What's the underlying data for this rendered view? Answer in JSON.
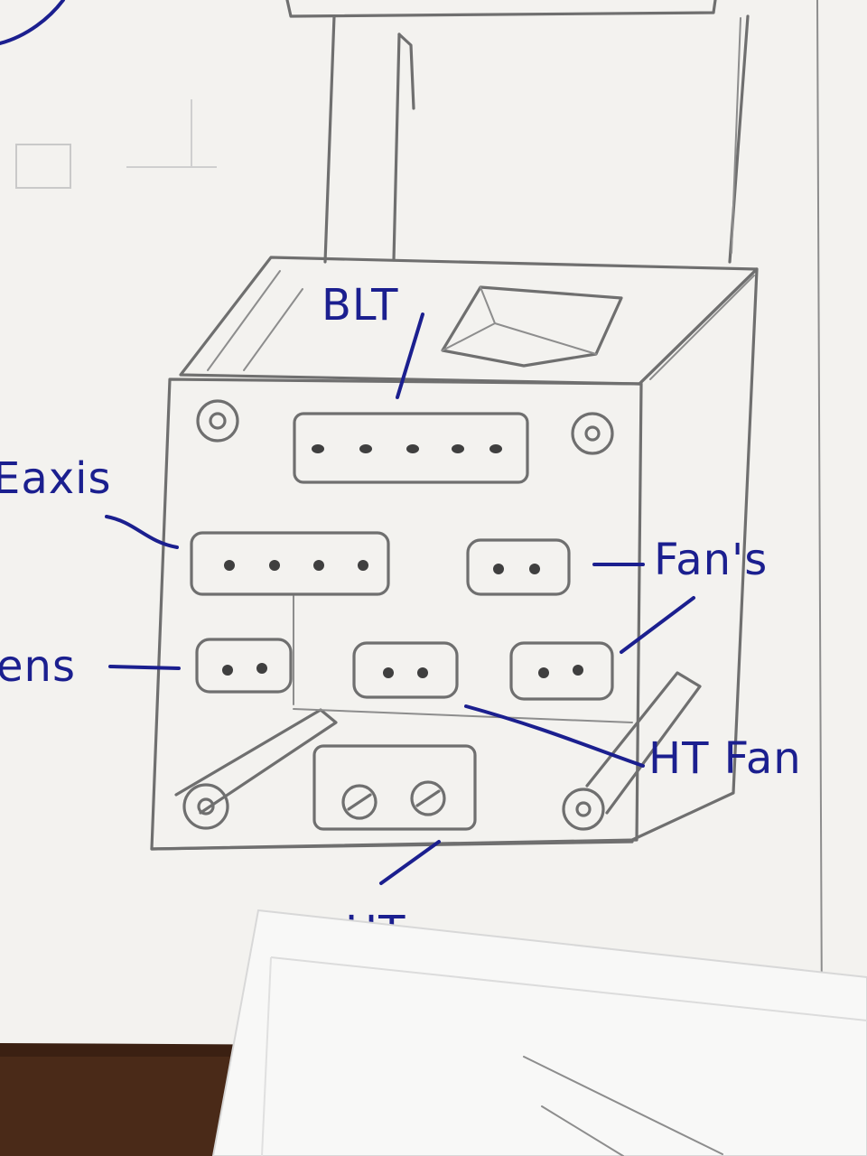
{
  "labels": {
    "blt": "BLT",
    "eaxis": "Eaxis",
    "fans": "Fan's",
    "sens": "ens",
    "ht_fan": "HT Fan",
    "ht": "HT"
  },
  "colors": {
    "paper": "#f4f3f0",
    "pencil": "#6f6f6f",
    "ink": "#1b1f8f",
    "table": "#4a2a18"
  }
}
